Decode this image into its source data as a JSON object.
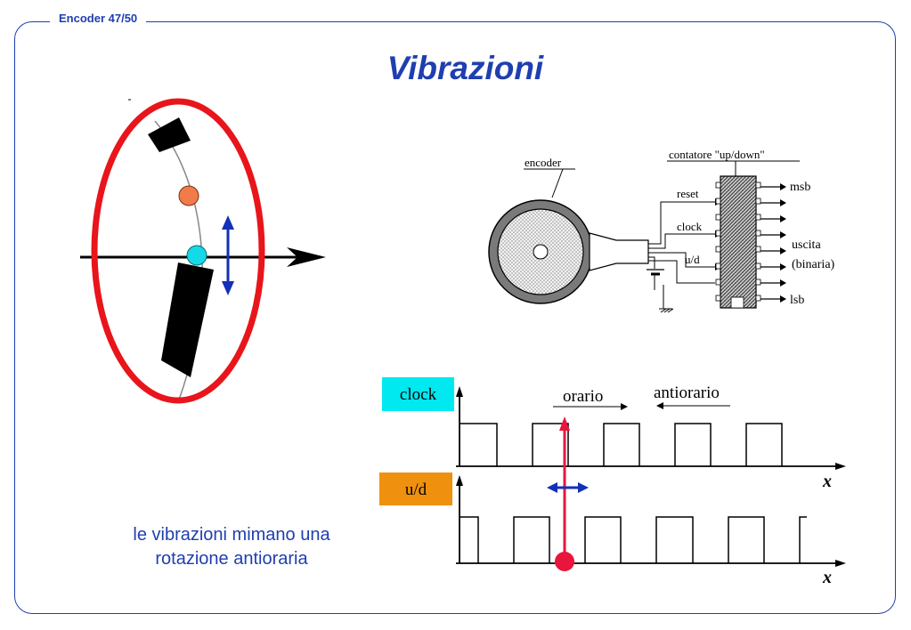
{
  "slide": {
    "label": "Encoder 47/50",
    "title": "Vibrazioni",
    "caption_line1": "le vibrazioni mimano una",
    "caption_line2": "rotazione antioraria"
  },
  "encoder_diagram": {
    "encoder_label": "encoder",
    "counter_label": "contatore \"up/down\"",
    "reset_label": "reset",
    "clock_label": "clock",
    "ud_label": "u/d",
    "msb_label": "msb",
    "output_label": "uscita",
    "output_sub_label": "(binaria)",
    "lsb_label": "lsb"
  },
  "timing_diagram": {
    "clock_tag": "clock",
    "ud_tag": "u/d",
    "clockwise_label": "orario",
    "counterclockwise_label": "antiorario",
    "x_axis_label": "x"
  },
  "colors": {
    "accent_blue": "#1f3fb0",
    "ellipse_red": "#e8151b",
    "cyan_tag": "#00e8f0",
    "orange_tag": "#f0900f",
    "orange_dot": "#f07c4a",
    "cyan_dot": "#14d9e6",
    "marker_red": "#e8153c",
    "arrow_blue": "#1230b8"
  }
}
